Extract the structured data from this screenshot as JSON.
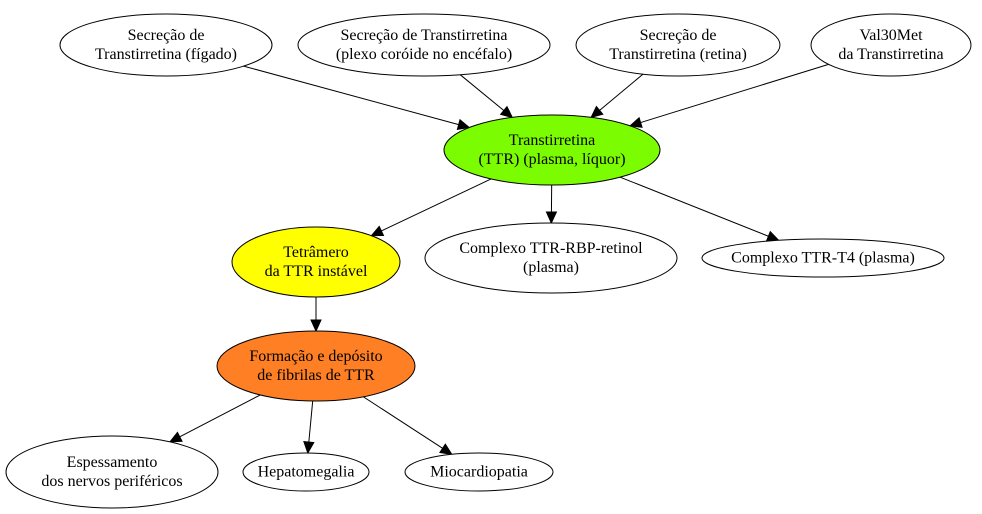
{
  "nodes": {
    "sec_figado": {
      "lines": [
        "Secreção de",
        "Transtirretina (fígado)"
      ],
      "fill": "#ffffff"
    },
    "sec_plexo": {
      "lines": [
        "Secreção de Transtirretina",
        "(plexo coróide no encéfalo)"
      ],
      "fill": "#ffffff"
    },
    "sec_retina": {
      "lines": [
        "Secreção de",
        "Transtirretina (retina)"
      ],
      "fill": "#ffffff"
    },
    "val30met": {
      "lines": [
        "Val30Met",
        "da Transtirretina"
      ],
      "fill": "#ffffff"
    },
    "ttr": {
      "lines": [
        "Transtirretina",
        "(TTR) (plasma, líquor)"
      ],
      "fill": "#7cfc00"
    },
    "tetramero": {
      "lines": [
        "Tetrâmero",
        "da TTR instável"
      ],
      "fill": "#ffff00"
    },
    "complexo_rbp": {
      "lines": [
        "Complexo TTR-RBP-retinol",
        "(plasma)"
      ],
      "fill": "#ffffff"
    },
    "complexo_t4": {
      "lines": [
        "Complexo TTR-T4 (plasma)"
      ],
      "fill": "#ffffff"
    },
    "fibrilas": {
      "lines": [
        "Formação e depósito",
        "de fibrilas de TTR"
      ],
      "fill": "#ff7f24"
    },
    "espessamento": {
      "lines": [
        "Espessamento",
        "dos nervos periféricos"
      ],
      "fill": "#ffffff"
    },
    "hepatomegalia": {
      "lines": [
        "Hepatomegalia"
      ],
      "fill": "#ffffff"
    },
    "miocardiopatia": {
      "lines": [
        "Miocardiopatia"
      ],
      "fill": "#ffffff"
    }
  },
  "edges": [
    {
      "from": "sec_figado",
      "to": "ttr"
    },
    {
      "from": "sec_plexo",
      "to": "ttr"
    },
    {
      "from": "sec_retina",
      "to": "ttr"
    },
    {
      "from": "val30met",
      "to": "ttr"
    },
    {
      "from": "ttr",
      "to": "tetramero"
    },
    {
      "from": "ttr",
      "to": "complexo_rbp"
    },
    {
      "from": "ttr",
      "to": "complexo_t4"
    },
    {
      "from": "tetramero",
      "to": "fibrilas"
    },
    {
      "from": "fibrilas",
      "to": "espessamento"
    },
    {
      "from": "fibrilas",
      "to": "hepatomegalia"
    },
    {
      "from": "fibrilas",
      "to": "miocardiopatia"
    }
  ]
}
